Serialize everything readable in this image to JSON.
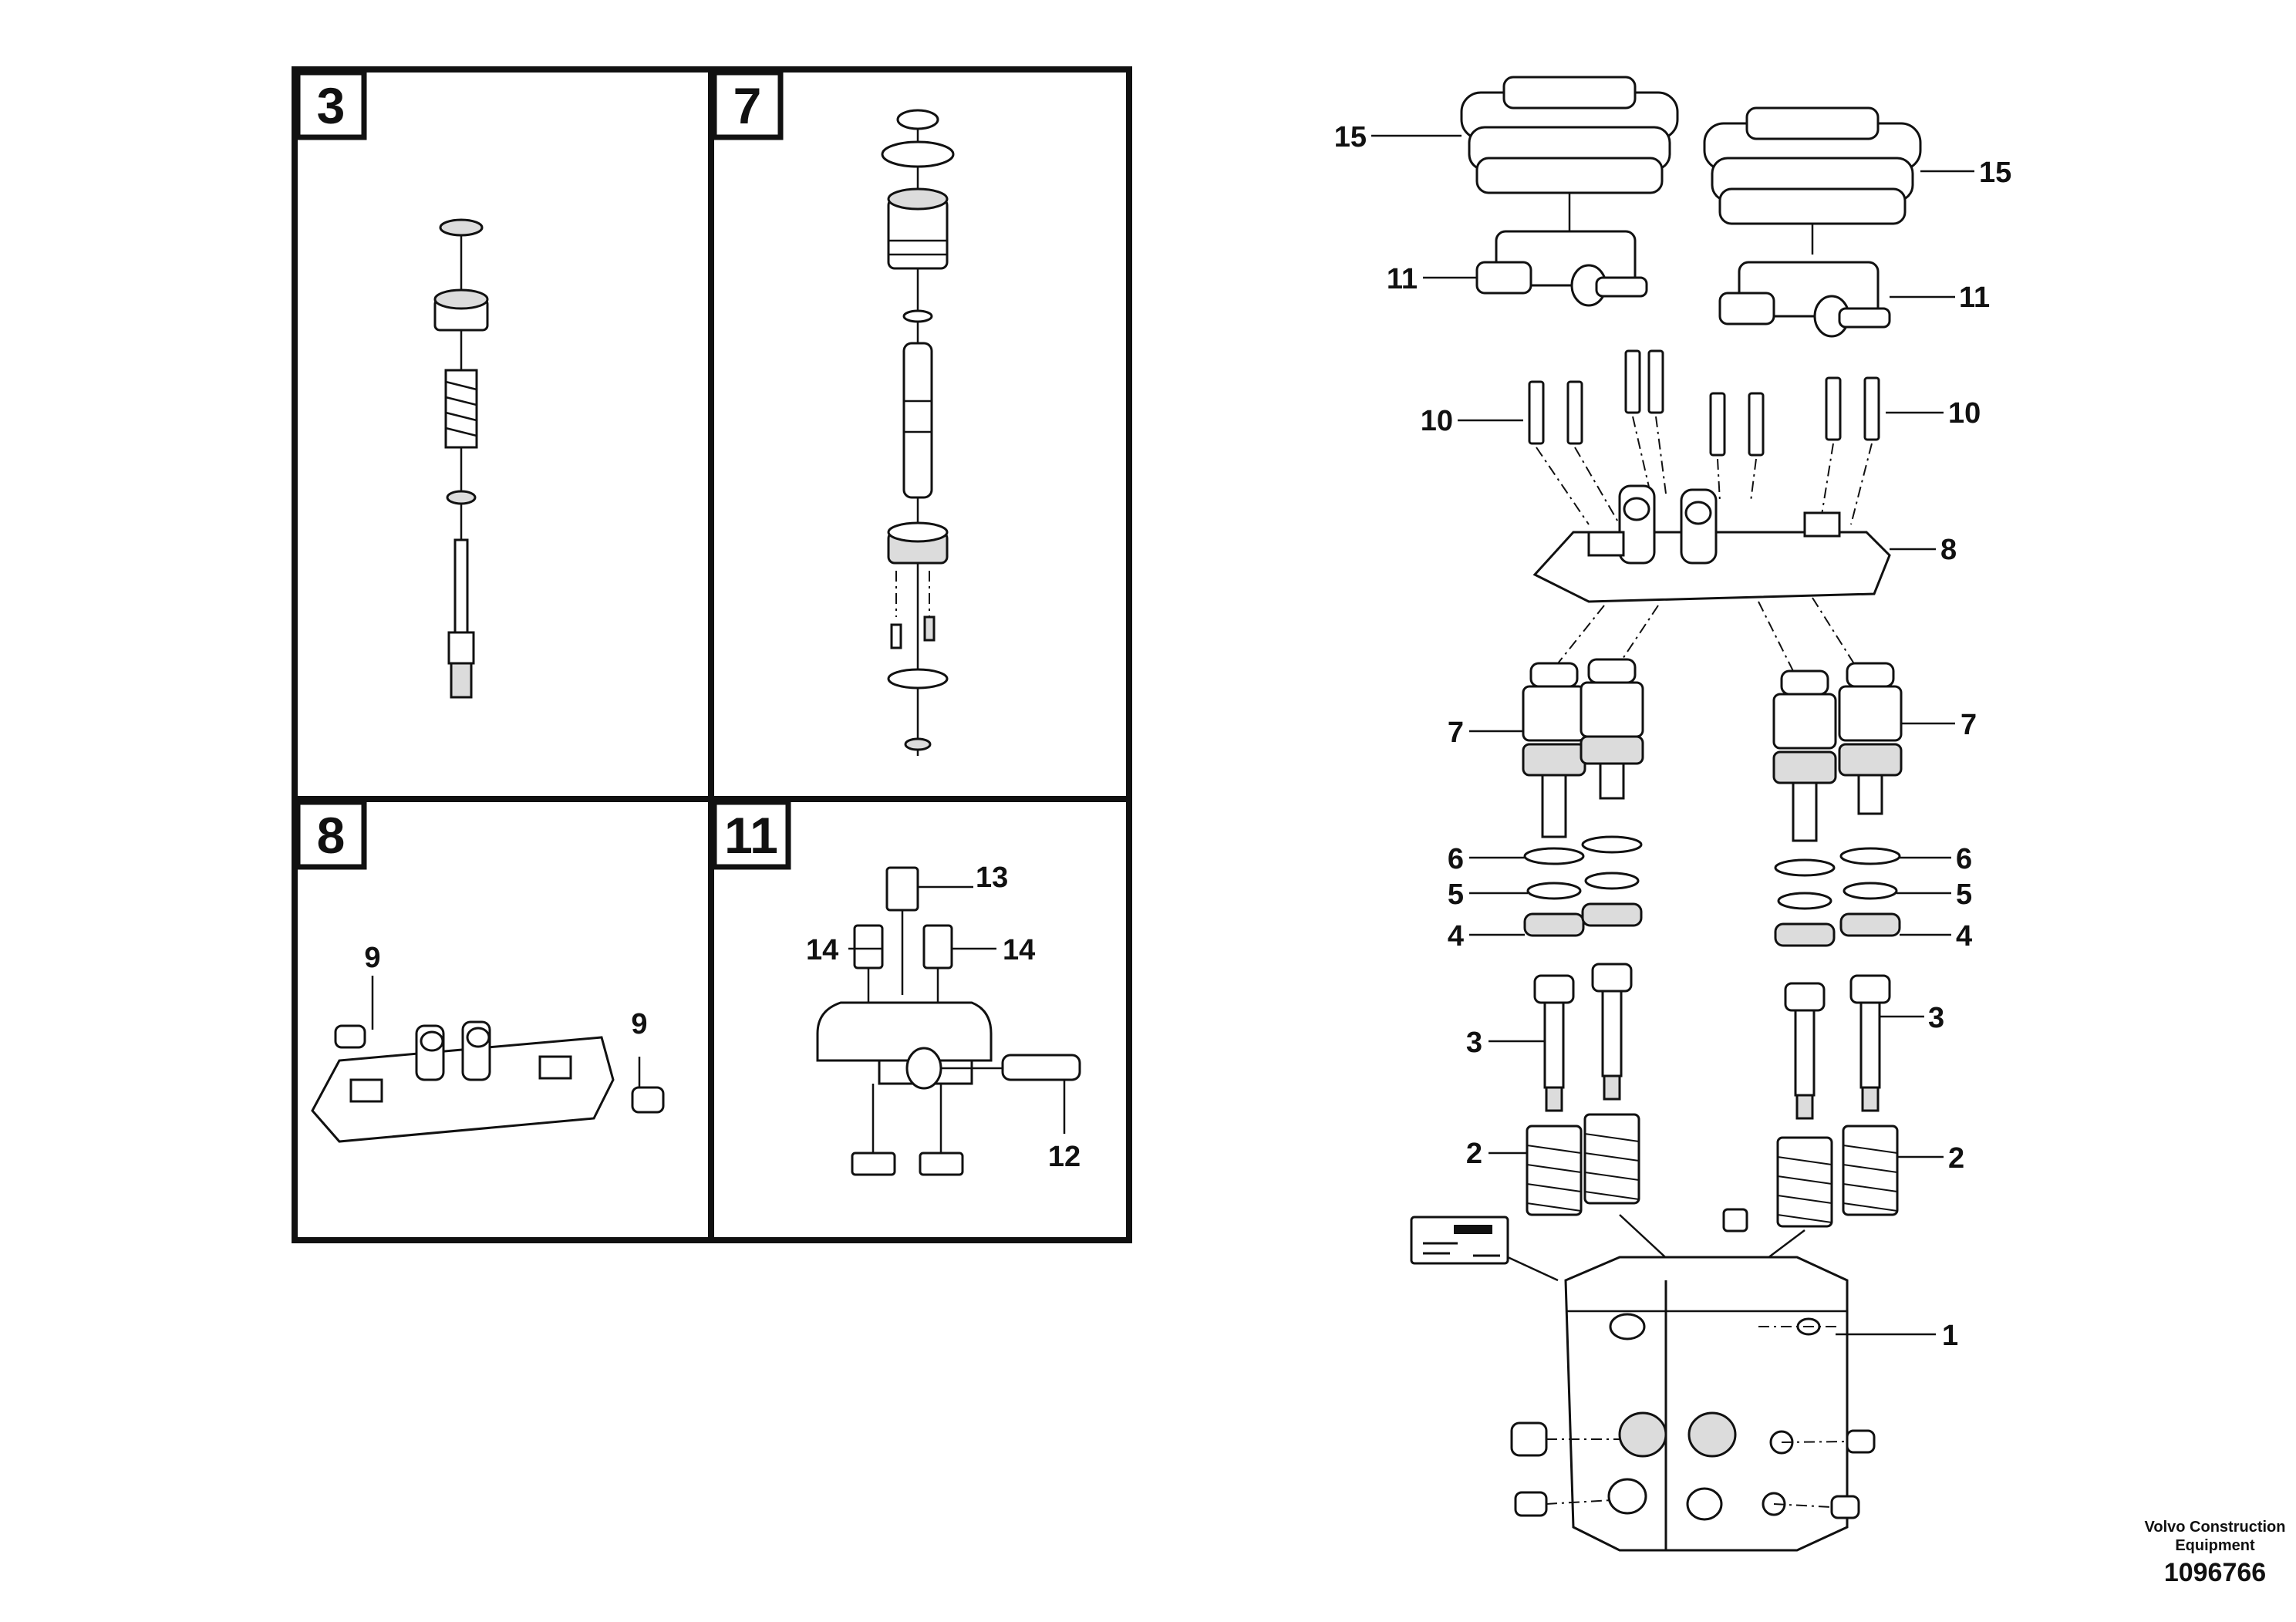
{
  "detail_panels": [
    {
      "id": "3"
    },
    {
      "id": "7"
    },
    {
      "id": "8"
    },
    {
      "id": "11"
    }
  ],
  "panel_callouts": {
    "p8_a": "9",
    "p8_b": "9",
    "p11_13": "13",
    "p11_14a": "14",
    "p11_14b": "14",
    "p11_12": "12"
  },
  "main_callouts": {
    "c15a": "15",
    "c15b": "15",
    "c11a": "11",
    "c11b": "11",
    "c10a": "10",
    "c10b": "10",
    "c8": "8",
    "c7a": "7",
    "c7b": "7",
    "c6a": "6",
    "c6b": "6",
    "c5a": "5",
    "c5b": "5",
    "c4a": "4",
    "c4b": "4",
    "c3a": "3",
    "c3b": "3",
    "c2a": "2",
    "c2b": "2",
    "c1": "1"
  },
  "footer": {
    "company_line1": "Volvo Construction",
    "company_line2": "Equipment",
    "drawing_number": "1096766"
  }
}
